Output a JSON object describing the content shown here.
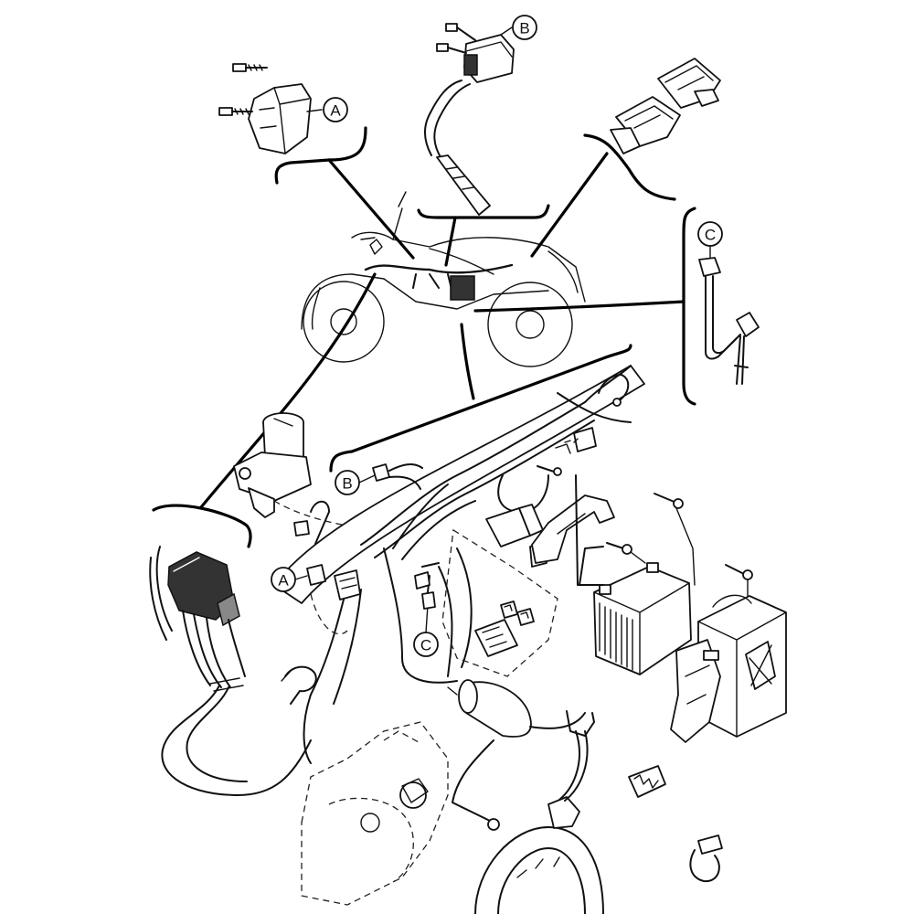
{
  "callouts": {
    "a_label": "A",
    "b_label": "B",
    "c_label": "C"
  }
}
